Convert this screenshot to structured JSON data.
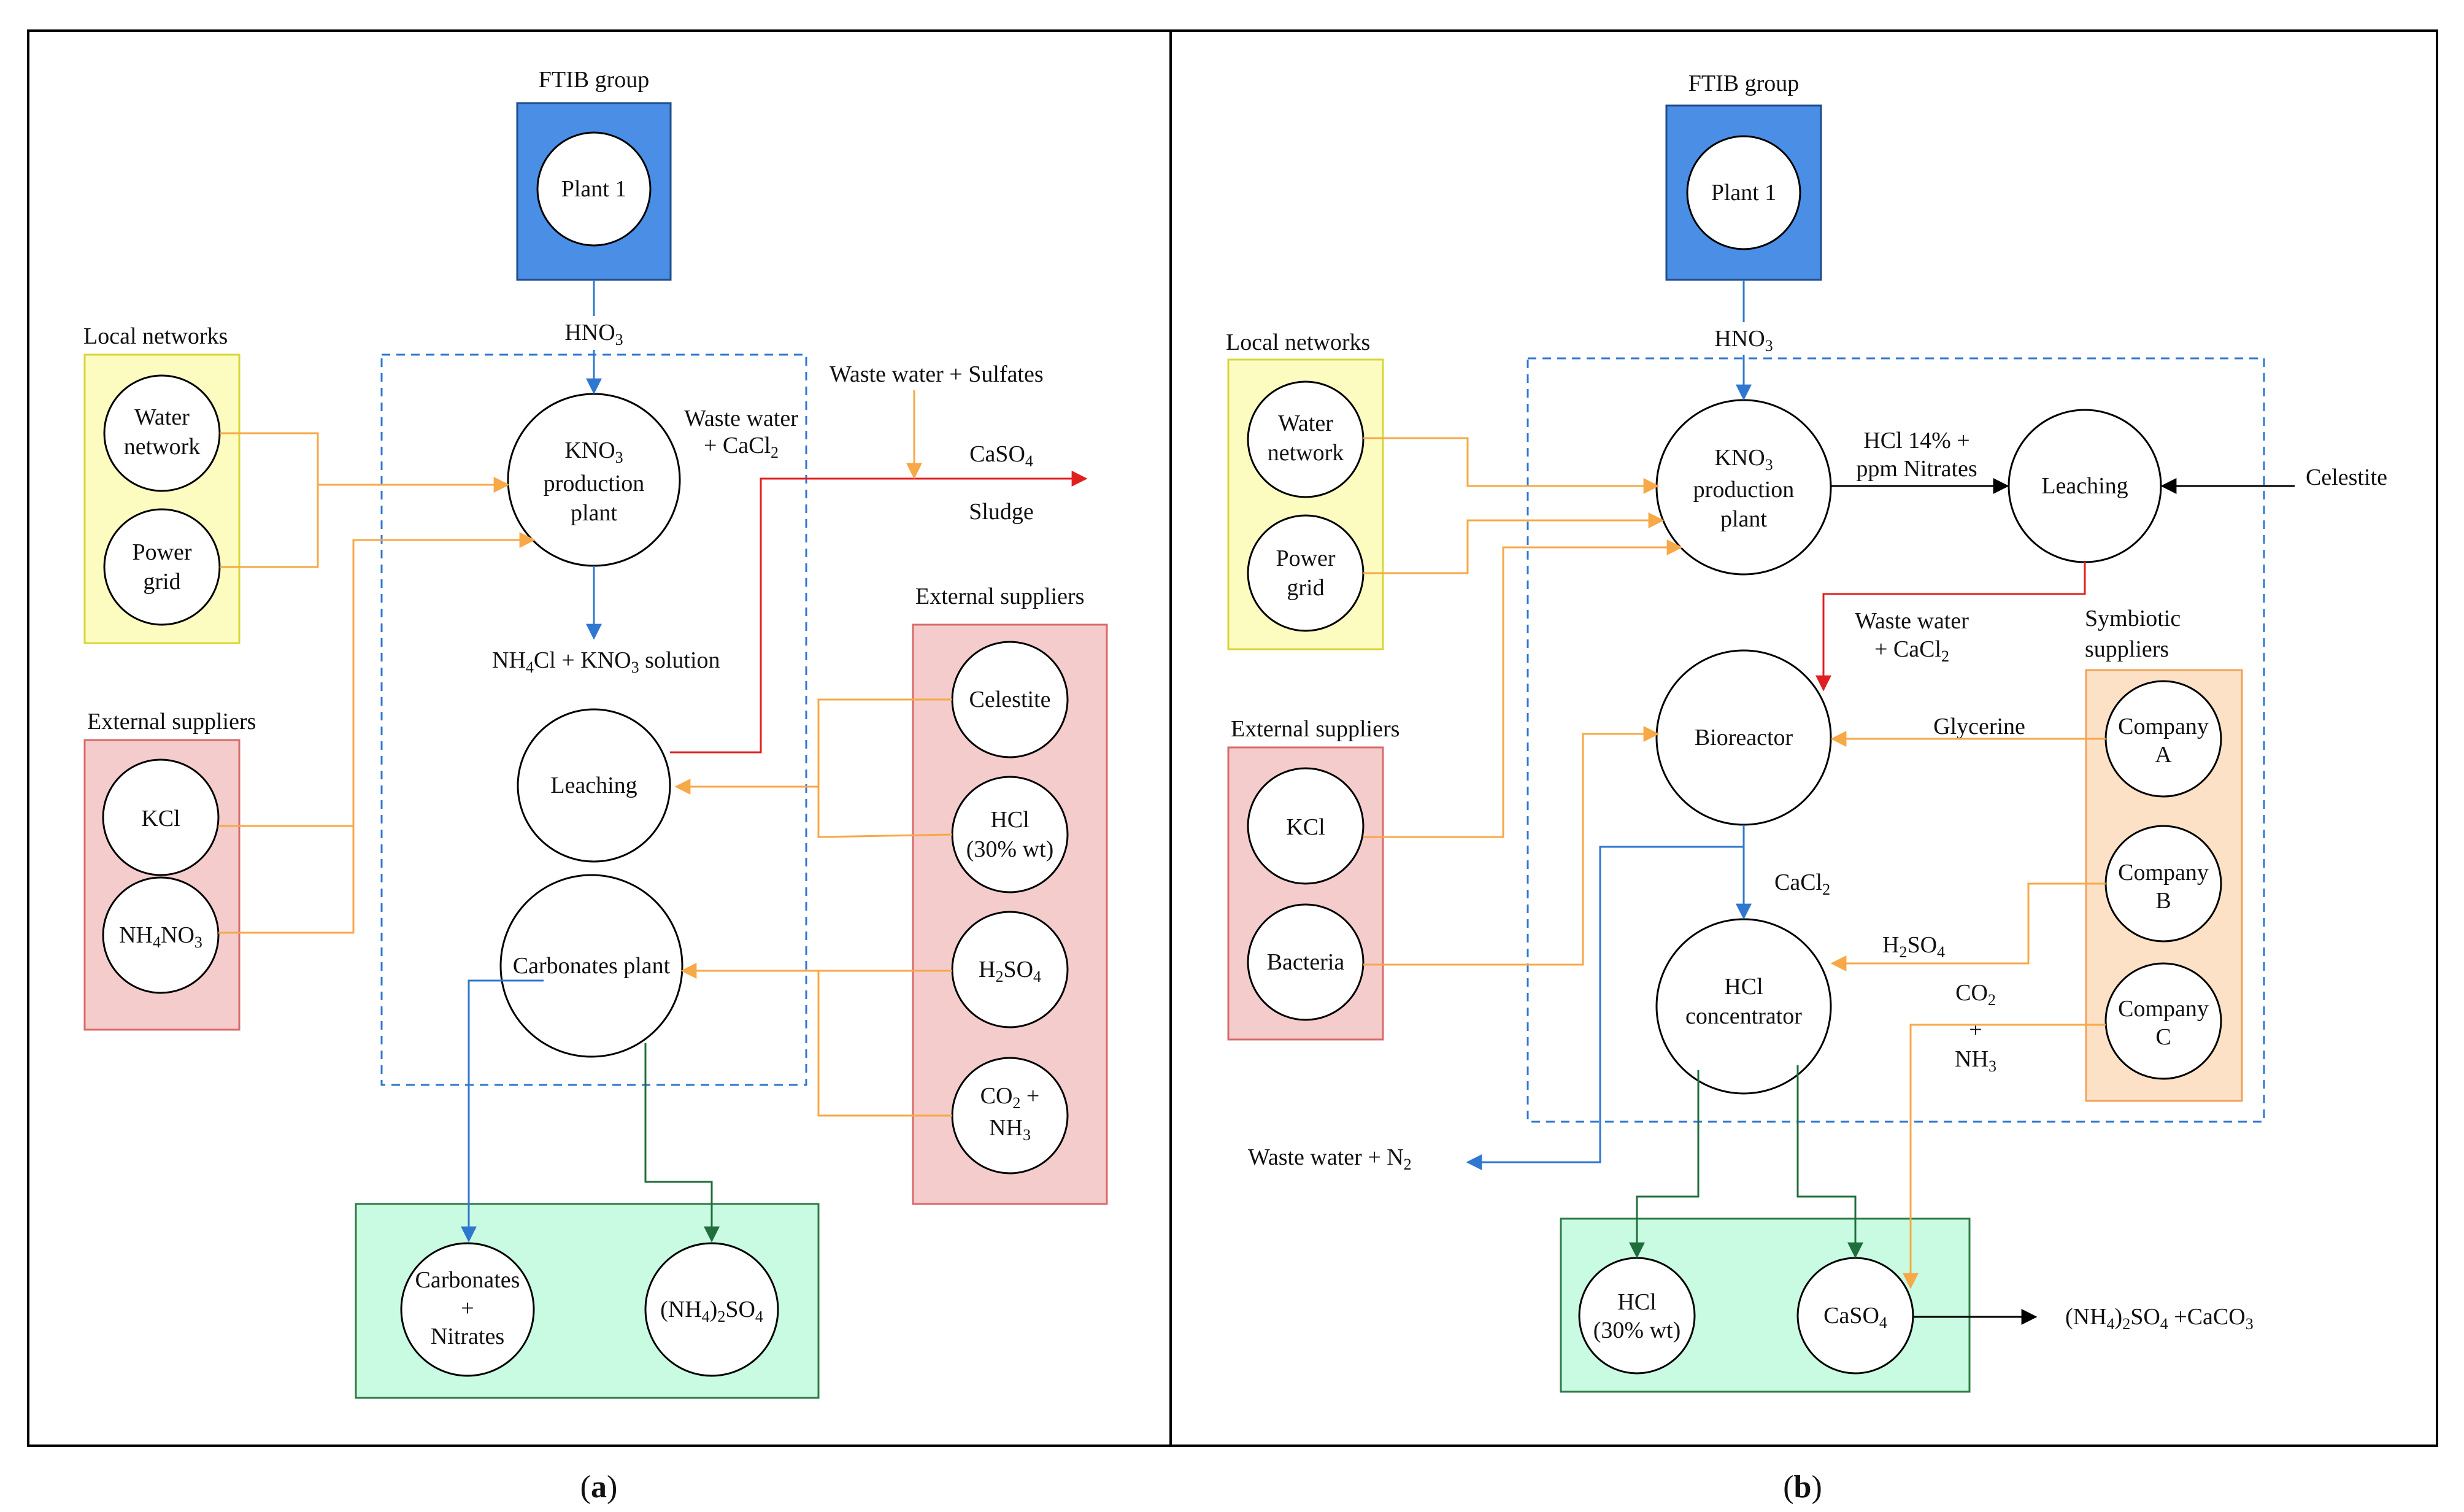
{
  "colors": {
    "blue": "#2f77d0",
    "orange": "#f7a847",
    "red": "#e02020",
    "green": "#1f6e3b",
    "black": "#000000",
    "ftib_fill": "#4a8ee6",
    "local_fill": "#fdfcc0",
    "local_stroke": "#d7d63a",
    "external_fill": "#f5cccc",
    "external_stroke": "#d96a6a",
    "product_fill": "#c9fbe2",
    "product_stroke": "#2e7b46",
    "symbiotic_fill": "#fde1c6",
    "symbiotic_stroke": "#f1a25a",
    "dashed_box": "#2f77d0"
  },
  "panel_a": {
    "caption": "a",
    "groups": {
      "ftib": "FTIB group",
      "local": "Local networks",
      "external_left": "External suppliers",
      "external_right": "External suppliers"
    },
    "nodes": {
      "plant1": "Plant 1",
      "water_network": [
        "Water",
        "network"
      ],
      "power_grid": [
        "Power",
        "grid"
      ],
      "kcl": "KCl",
      "nh4no3": "NH4NO3",
      "kno3_plant": [
        "KNO3",
        "production",
        "plant"
      ],
      "leaching": "Leaching",
      "carbonates_plant": "Carbonates plant",
      "celestite": "Celestite",
      "hcl": [
        "HCl",
        "(30% wt)"
      ],
      "h2so4": "H2SO4",
      "co2_nh3": [
        "CO2 +",
        "NH3"
      ],
      "carbonates_nitrates": [
        "Carbonates",
        "+",
        "Nitrates"
      ],
      "nh4_2so4": "(NH4)2SO4"
    },
    "flows": {
      "hno3": "HNO3",
      "nh4cl_kno3": "NH4Cl + KNO3 solution",
      "waste_water_cacl2": [
        "Waste water",
        "+ CaCl2"
      ],
      "waste_water_sulfates": "Waste water + Sulfates",
      "caso4": "CaSO4",
      "sludge": "Sludge"
    }
  },
  "panel_b": {
    "caption": "b",
    "groups": {
      "ftib": "FTIB group",
      "local": "Local networks",
      "external": "External suppliers",
      "symbiotic": [
        "Symbiotic",
        "suppliers"
      ]
    },
    "nodes": {
      "plant1": "Plant 1",
      "water_network": [
        "Water",
        "network"
      ],
      "power_grid": [
        "Power",
        "grid"
      ],
      "kcl": "KCl",
      "bacteria": "Bacteria",
      "kno3_plant": [
        "KNO3",
        "production",
        "plant"
      ],
      "leaching": "Leaching",
      "bioreactor": "Bioreactor",
      "hcl_concentrator": [
        "HCl",
        "concentrator"
      ],
      "company_a": [
        "Company",
        "A"
      ],
      "company_b": [
        "Company",
        "B"
      ],
      "company_c": [
        "Company",
        "C"
      ],
      "hcl": [
        "HCl",
        "(30% wt)"
      ],
      "caso4": "CaSO4"
    },
    "flows": {
      "hno3": "HNO3",
      "hcl14": [
        "HCl 14% +",
        "ppm Nitrates"
      ],
      "celestite": "Celestite",
      "waste_water_cacl2": [
        "Waste water",
        "+ CaCl2"
      ],
      "glycerine": "Glycerine",
      "cacl2": "CaCl2",
      "h2so4": "H2SO4",
      "co2": "CO2",
      "plus": "+",
      "nh3": "NH3",
      "waste_water_n2": "Waste water + N2",
      "products": "(NH4)2SO4 +CaCO3"
    }
  }
}
